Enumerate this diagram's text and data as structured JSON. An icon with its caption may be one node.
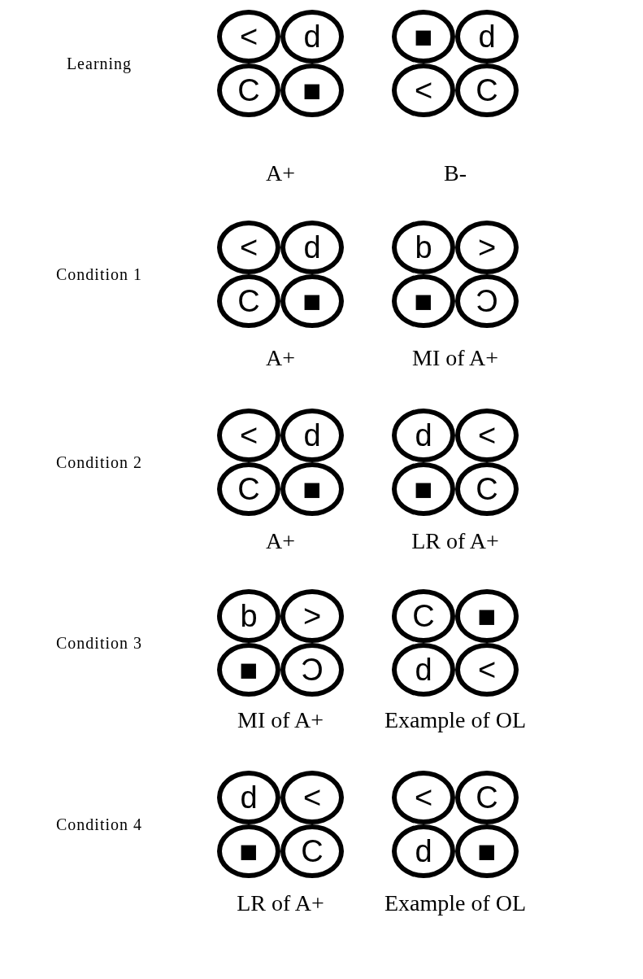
{
  "diagram": {
    "nodes": [
      {
        "text": [
          "<"
        ]
      },
      {
        "text": [
          "d"
        ]
      },
      {
        "text": [
          "C"
        ]
      },
      {
        "text": [
          "■"
        ]
      },
      {
        "text": [
          "■"
        ]
      },
      {
        "text": [
          "d"
        ]
      },
      {
        "text": [
          "<"
        ]
      },
      {
        "text": [
          "C"
        ]
      },
      {
        "text": [
          "<"
        ]
      },
      {
        "text": [
          "d"
        ]
      },
      {
        "text": [
          "C"
        ]
      },
      {
        "text": [
          "■"
        ]
      },
      {
        "text": [
          "b"
        ]
      },
      {
        "text": [
          ">"
        ]
      },
      {
        "text": [
          "■"
        ]
      },
      {
        "text": [
          "Ɔ"
        ]
      },
      {
        "text": [
          "<"
        ]
      },
      {
        "text": [
          "d"
        ]
      },
      {
        "text": [
          "C"
        ]
      },
      {
        "text": [
          "■"
        ]
      },
      {
        "text": [
          "d"
        ]
      },
      {
        "text": [
          "<"
        ]
      },
      {
        "text": [
          "■"
        ]
      },
      {
        "text": [
          "C"
        ]
      },
      {
        "text": [
          "b"
        ]
      },
      {
        "text": [
          ">"
        ]
      },
      {
        "text": [
          "■"
        ]
      },
      {
        "text": [
          "Ɔ"
        ]
      },
      {
        "text": [
          "C"
        ]
      },
      {
        "text": [
          "■"
        ]
      },
      {
        "text": [
          "d"
        ]
      },
      {
        "text": [
          "<"
        ]
      },
      {
        "text": [
          "d"
        ]
      },
      {
        "text": [
          "<"
        ]
      },
      {
        "text": [
          "■"
        ]
      },
      {
        "text": [
          "C"
        ]
      },
      {
        "text": [
          "<"
        ]
      },
      {
        "text": [
          "C"
        ]
      },
      {
        "text": [
          "d"
        ]
      },
      {
        "text": [
          "■"
        ]
      }
    ],
    "labels": [
      "Learning",
      "A+",
      "B-",
      "Condition 1",
      "A+",
      "MI of A+",
      "Condition 2",
      "A+",
      "LR of A+",
      "Condition 3",
      "MI of A+",
      "Example of OL",
      "Condition 4",
      "LR of A+",
      "Example of OL"
    ]
  }
}
